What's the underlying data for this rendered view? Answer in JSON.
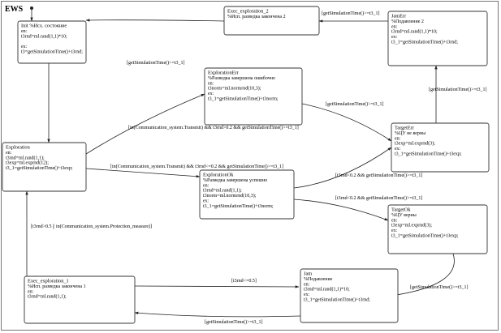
{
  "title": "EWS",
  "states": [
    {
      "id": "init",
      "lines": [
        "Init %Исх. состояние",
        "en:",
        "t3rnd=ml.rand(1,1)*10;",
        "",
        "ex:",
        "t3=getSimulationTime()+t3rnd;"
      ]
    },
    {
      "id": "exec2",
      "lines": [
        "Exec_exploration_2",
        "%Исп. разведка закончена 2"
      ]
    },
    {
      "id": "jamerr",
      "lines": [
        "JamErr",
        "%Подавление 2",
        "en:",
        "t3rnd=ml.rand(1,1)*10;",
        "ex:",
        "t3_1=getSimulationTime()+t3rnd;"
      ]
    },
    {
      "id": "explerr",
      "lines": [
        "ExplorationErr",
        "%Разведка завершена ошибочно",
        "en:",
        "t3norm=ml.normrnd(10,3);",
        "ex:",
        "t3_1=getSimulationTime()+t3norm;"
      ]
    },
    {
      "id": "exploration",
      "lines": [
        "Exploration",
        "en:",
        "t3rnd=ml.rand(1,1);",
        "t3exp=ml.exprnd(12);",
        "t3_1=getSimulationTime()+t3exp;"
      ]
    },
    {
      "id": "targeterr",
      "lines": [
        "TargetErr",
        "%ЦУ не верны",
        "en:",
        "t3exp=ml.exprnd(3);",
        "ex:",
        "t3_1=getSimulationTime()+t3exp;"
      ]
    },
    {
      "id": "explok",
      "lines": [
        "ExplorationOk",
        "%Разведка завершена успешно",
        "en:",
        "t3rnd=ml.rand(1,1);",
        "t3norm=ml.normrnd(10,3);",
        "ex:",
        "t3_1=getSimulationTime()+t3norm;"
      ]
    },
    {
      "id": "targetok",
      "lines": [
        "TargetOk",
        "%ЦУ верны",
        "en:",
        "t3exp=ml.exprnd(3);",
        "ex:",
        "t3_1=getSimulationTime()+t3exp;"
      ]
    },
    {
      "id": "exec1",
      "lines": [
        "Exec_exploration_1",
        "%Исп. разведка закончена 1",
        "en:",
        "t3rnd=ml.rand(1,1);"
      ]
    },
    {
      "id": "jam",
      "lines": [
        "Jam",
        "%Подавление",
        "en:",
        "t3rnd=ml.rand(1,1)*10;",
        "ex:",
        "t3_1=getSimulationTime()+t3rnd;"
      ]
    }
  ],
  "transitions": [
    {
      "id": "t-exec2-init",
      "label": "[getSimulationTime()>=t3_1]"
    },
    {
      "id": "t-jamerr-exec2",
      "label": "[getSimulationTime()>=t3_1]"
    },
    {
      "id": "t-targeterr-jamerr",
      "label": "[getSimulationTime()>=t3_1]"
    },
    {
      "id": "t-explerr-targeterr",
      "label": "[getSimulationTime()>=t3_1]"
    },
    {
      "id": "t-exploration-explerr",
      "label": "[in(Communication_system.Transmit) && t3rnd>0.2 && getSimulationTime()>=t3_1]"
    },
    {
      "id": "t-exploration-explok",
      "label": "[in(Communication_system.Transmit) && t3rnd<=0.2 && getSimulationTime()>=t3_1]"
    },
    {
      "id": "t-explok-targeterr",
      "label": "[t3rnd<0.2 && getSimulationTime()>=t3_1]"
    },
    {
      "id": "t-explok-targetok",
      "label": "[t3rnd<0.2 && getSimulationTime()>=t3_1]"
    },
    {
      "id": "t-exec1-exploration",
      "label": "[t3rnd>0.5 || in(Communication_system.Protection_measure)]"
    },
    {
      "id": "t-targetok-jam",
      "label": "[getSimulationTime()>=t3_1]"
    },
    {
      "id": "t-exec1-jam",
      "label": "[t3rnd<=0.5]"
    },
    {
      "id": "t-jam-exec1",
      "label": "[getSimulationTime()>=t3_1]"
    }
  ]
}
